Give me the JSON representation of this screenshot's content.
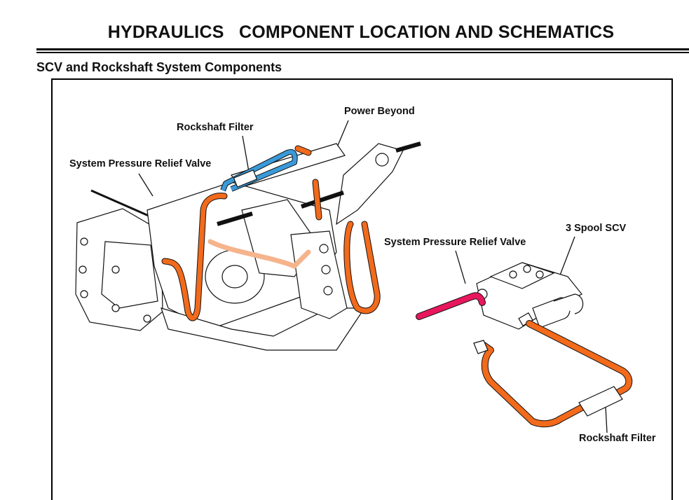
{
  "header": {
    "title": "HYDRAULICS   COMPONENT LOCATION AND SCHEMATICS"
  },
  "section": {
    "subtitle": "SCV and Rockshaft System Components"
  },
  "figure": {
    "labels": {
      "power_beyond": "Power Beyond",
      "rockshaft_filter_top": "Rockshaft Filter",
      "relief_valve_left": "System Pressure Relief Valve",
      "relief_valve_right": "System Pressure Relief Valve",
      "spool_scv": "3 Spool SCV",
      "rockshaft_filter_bottom": "Rockshaft Filter"
    },
    "colors": {
      "orange_line": "#f26a1b",
      "blue_line": "#3a9ad9",
      "red_line": "#e8175d",
      "outline": "#111111"
    }
  }
}
